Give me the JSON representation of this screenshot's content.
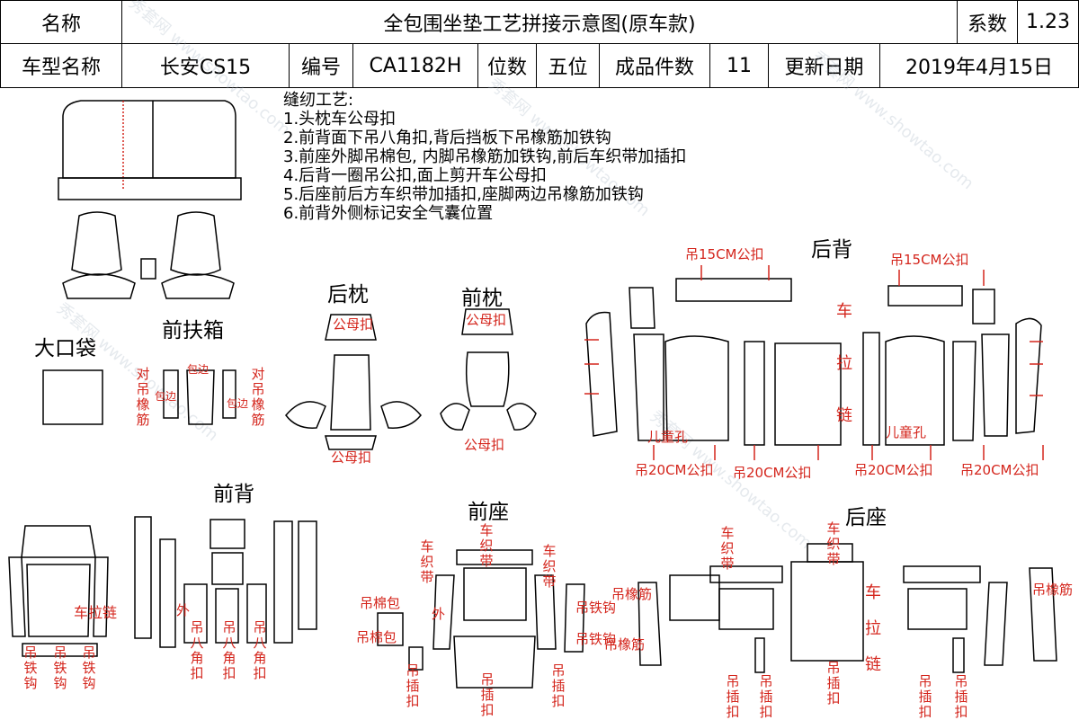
{
  "header": {
    "name_label": "名称",
    "title": "全包围坐垫工艺拼接示意图(原车款)",
    "coef_label": "系数",
    "coef_value": "1.23",
    "model_label": "车型名称",
    "model_value": "长安CS15",
    "code_label": "编号",
    "code_value": "CA1182H",
    "seat_label": "位数",
    "seat_value": "五位",
    "pieces_label": "成品件数",
    "pieces_value": "11",
    "date_label": "更新日期",
    "date_value": "2019年4月15日"
  },
  "notes": {
    "title": "缝纫工艺:",
    "lines": [
      "1.头枕车公母扣",
      "2.前背面下吊八角扣,背后挡板下吊橡筋加铁钩",
      "3.前座外脚吊棉包, 内脚吊橡筋加铁钩,前后车织带加插扣",
      "4.后背一圈吊公扣,面上剪开车公母扣",
      "5.后座前后方车织带加插扣,座脚两边吊橡筋加铁钩",
      "6.前背外侧标记安全气囊位置"
    ]
  },
  "sections": {
    "big_pocket": "大口袋",
    "front_armrest": "前扶箱",
    "rear_headrest": "后枕",
    "front_headrest": "前枕",
    "rear_back": "后背",
    "front_back": "前背",
    "front_seat": "前座",
    "rear_seat": "后座"
  },
  "labels": {
    "dui_diao_xiang_jin": "对吊橡筋",
    "bao_bian": "包边",
    "gong_mu_kou": "公母扣",
    "diao_15cm": "吊15CM公扣",
    "diao_20cm": "吊20CM公扣",
    "che_la_lian": "车拉链",
    "er_tong_kong": "儿童孔",
    "diao_tie_gou": "吊铁钩",
    "diao_ba_jiao_kou": "吊八角扣",
    "wai": "外",
    "che_zhi_dai": "车织带",
    "diao_mian_bao": "吊棉包",
    "diao_xiang_jin": "吊橡筋",
    "diao_cha_kou": "吊插扣",
    "diao_tie_gou_h": "吊铁钩"
  },
  "watermark": "秀套网 www.showtao.com"
}
